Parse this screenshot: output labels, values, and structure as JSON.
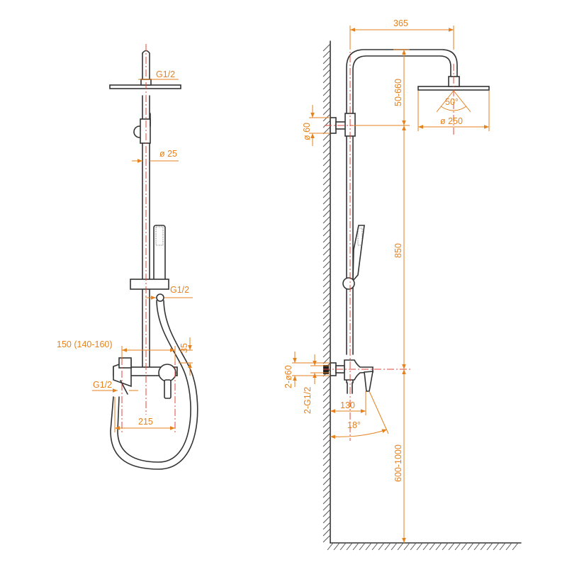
{
  "front_view": {
    "top_thread": "G1/2",
    "pipe_diameter": "ø 25",
    "hose_thread": "G1/2",
    "inlet_spacing": "150 (140-160)",
    "mixer_offset": "35",
    "inlet_thread": "G1/2",
    "mixer_width": "215"
  },
  "side_view": {
    "arm_reach": "365",
    "head_drop": "50-660",
    "spray_angle": "50°",
    "bracket_diameter": "ø 60",
    "head_diameter": "ø 250",
    "column_height": "850",
    "inlet_flange": "2-ø60",
    "inlet_thread": "2-G1/2",
    "mixer_depth": "130",
    "lever_angle": "18°",
    "floor_height": "600-1000"
  },
  "colors": {
    "line": "#333333",
    "dimension": "#e6821e",
    "centerline": "#e0443a"
  }
}
